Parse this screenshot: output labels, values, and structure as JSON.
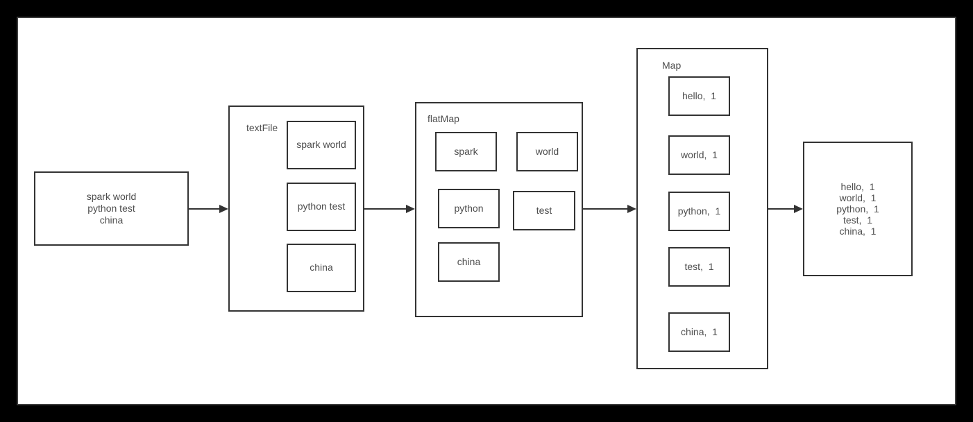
{
  "colors": {
    "background": "#000000",
    "canvas": "#ffffff",
    "line": "#333333",
    "text": "#4d4d4d",
    "canvas-edge": "#3d3d3d"
  },
  "flow": {
    "input": {
      "text": "spark world\npython test\nchina"
    },
    "textFile": {
      "label": "textFile",
      "items": [
        "spark world",
        "python test",
        "china"
      ]
    },
    "flatMap": {
      "label": "flatMap",
      "items": [
        "spark",
        "world",
        "python",
        "test",
        "china"
      ]
    },
    "map": {
      "label": "Map",
      "items": [
        "hello,  1",
        "world,  1",
        "python,  1",
        "test,  1",
        "china,  1"
      ]
    },
    "output": {
      "text": "hello,  1\nworld,  1\npython,  1\ntest,  1\nchina,  1"
    }
  }
}
